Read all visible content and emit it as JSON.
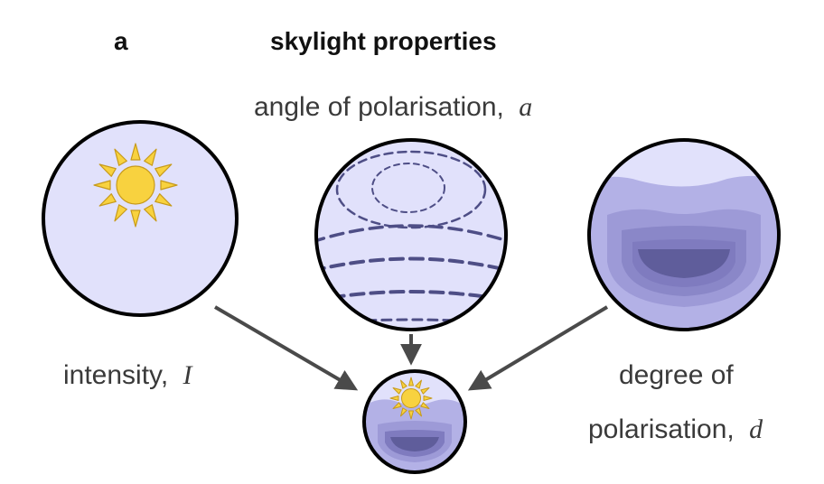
{
  "panel": {
    "letter": "a",
    "title": "skylight properties"
  },
  "labels": {
    "angle_text": "angle of polarisation,",
    "angle_symbol": "a",
    "intensity_text": "intensity,",
    "intensity_symbol": "I",
    "degree_line1": "degree of",
    "degree_line2_text": "polarisation,",
    "degree_symbol": "d"
  },
  "colors": {
    "sky_fill": "#e1e1fb",
    "sun_fill": "#f8d23f",
    "sun_stroke": "#c79a1a",
    "dash_stroke": "#4e4e86",
    "ring_outline": "#000000",
    "arrow": "#4a4a4a",
    "dop_level_1": "#b3b1e6",
    "dop_level_2": "#9d9ad7",
    "dop_level_3": "#7f7bbf",
    "dop_level_4": "#5f5d9b"
  },
  "icons": {
    "sun": "sun-icon"
  }
}
